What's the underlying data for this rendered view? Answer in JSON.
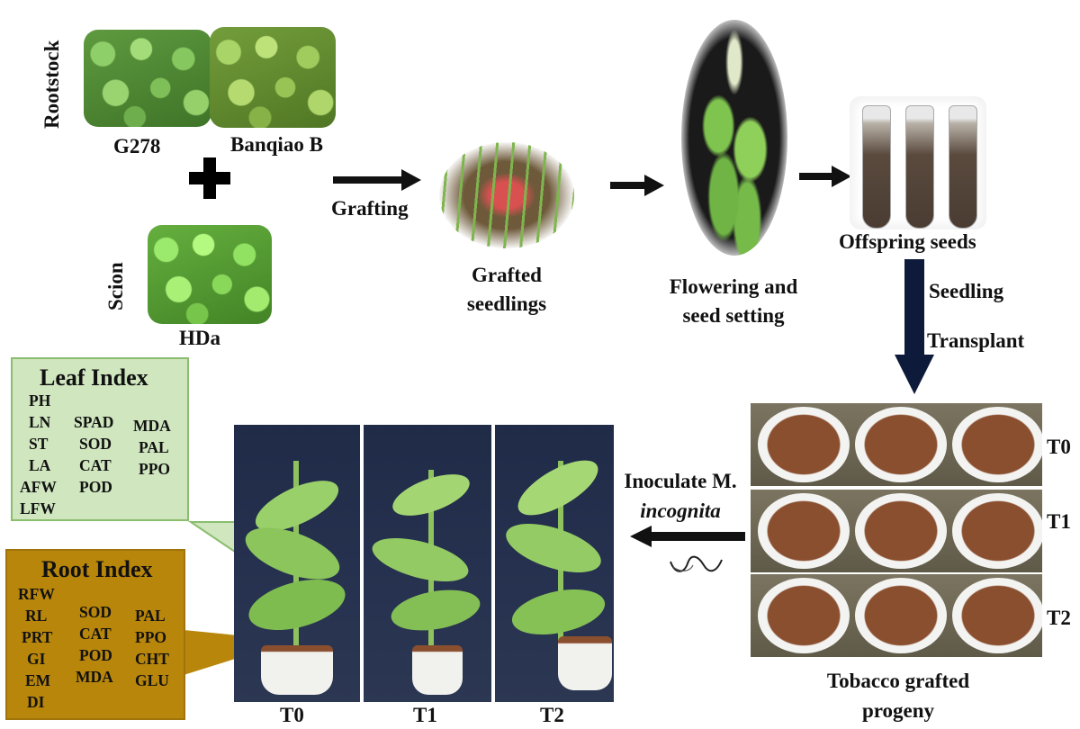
{
  "labels": {
    "rootstock": "Rootstock",
    "g278": "G278",
    "banqiao": "Banqiao B",
    "scion": "Scion",
    "hda": "HDa",
    "grafting": "Grafting",
    "grafted_line1": "Grafted",
    "grafted_line2": "seedlings",
    "flowering_line1": "Flowering and",
    "flowering_line2": "seed setting",
    "offspring": "Offspring seeds",
    "seedling": "Seedling",
    "transplant": "Transplant",
    "inoculate_line1": "Inoculate M.",
    "inoculate_line2": "incognita",
    "tobacco_line1": "Tobacco grafted",
    "tobacco_line2": "progeny"
  },
  "treatments": [
    "T0",
    "T1",
    "T2"
  ],
  "leaf_index": {
    "title": "Leaf Index",
    "col1": [
      "PH",
      "LN",
      "ST",
      "LA",
      "AFW",
      "LFW"
    ],
    "col2": [
      "SPAD",
      "SOD",
      "CAT",
      "POD"
    ],
    "col3": [
      "MDA",
      "PAL",
      "PPO"
    ]
  },
  "root_index": {
    "title": "Root Index",
    "col1": [
      "RFW",
      "RL",
      "PRT",
      "GI",
      "EM",
      "DI"
    ],
    "col2": [
      "SOD",
      "CAT",
      "POD",
      "MDA"
    ],
    "col3": [
      "PAL",
      "PPO",
      "CHT",
      "GLU"
    ]
  },
  "colors": {
    "leaf_box_fill": "#cfe6bf",
    "leaf_box_border": "#8bbd6e",
    "root_box_fill": "#b8860b",
    "arrow": "#111111",
    "arrow_down": "#0e1a3a"
  }
}
